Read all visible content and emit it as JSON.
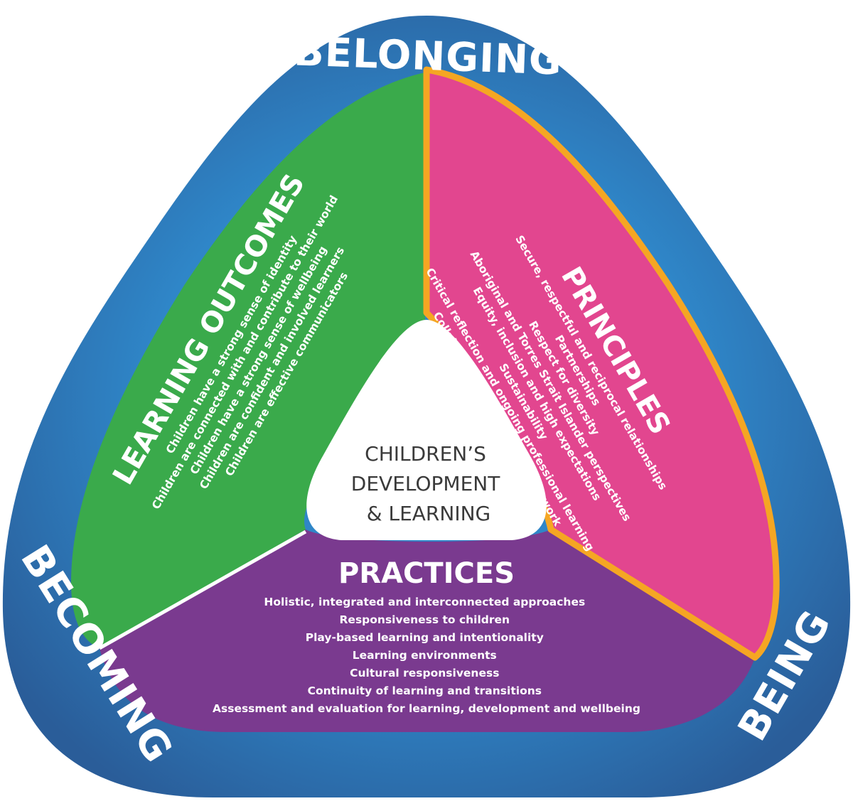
{
  "colors": {
    "ring": "#2a5d99",
    "ring_light": "#2f7fc2",
    "learning_outcomes": "#3aaa4b",
    "principles": "#e2468f",
    "practices": "#7a3a8f",
    "principles_border": "#f5a623",
    "center": "#ffffff",
    "center_text": "#3a3a3a"
  },
  "ring_labels": {
    "top": "BELONGING",
    "left": "BECOMING",
    "right": "BEING"
  },
  "center": {
    "line1": "CHILDREN’S",
    "line2": "DEVELOPMENT",
    "line3": "& LEARNING"
  },
  "learning_outcomes": {
    "title": "LEARNING OUTCOMES",
    "items": [
      "Children have a strong sense of identity",
      "Children are connected with and contribute to their world",
      "Children have a strong sense of wellbeing",
      "Children are confident and involved learners",
      "Children are effective communicators"
    ]
  },
  "principles": {
    "title": "PRINCIPLES",
    "items": [
      "Secure, respectful and reciprocal relationships",
      "Partnerships",
      "Respect for diversity",
      "Aboriginal and Torres Strait Islander perspectives",
      "Equity, inclusion and high expectations",
      "Sustainability",
      "Critical reflection and ongoing professional learning",
      "Collaborative leadership and teamwork"
    ]
  },
  "practices": {
    "title": "PRACTICES",
    "items": [
      "Holistic, integrated and interconnected approaches",
      "Responsiveness to children",
      "Play-based learning and intentionality",
      "Learning environments",
      "Cultural responsiveness",
      "Continuity of learning and transitions",
      "Assessment and evaluation for learning, development and wellbeing"
    ]
  }
}
